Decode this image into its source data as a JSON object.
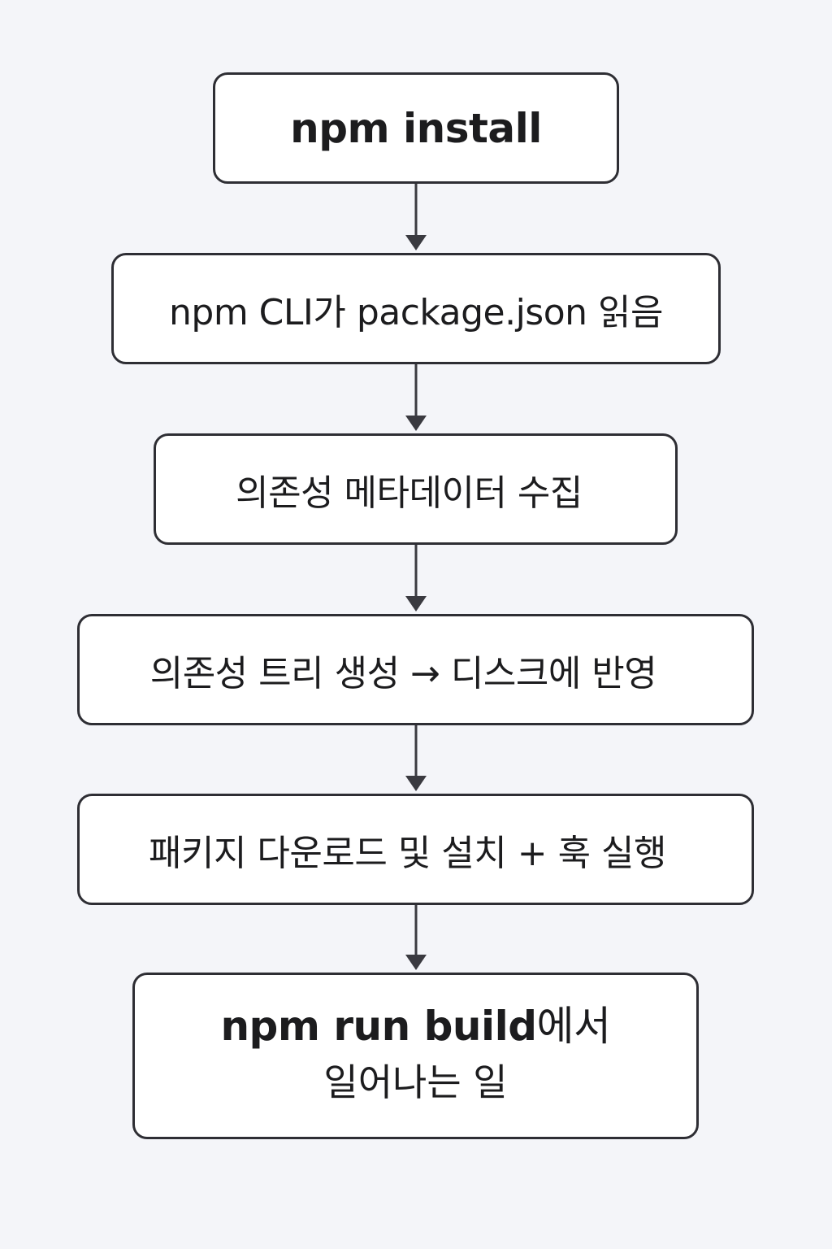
{
  "flowchart": {
    "steps": [
      {
        "id": "start",
        "text": "npm install"
      },
      {
        "id": "read-package",
        "text": "npm CLI가 package.json 읽음"
      },
      {
        "id": "collect-metadata",
        "text": "의존성 메타데이터 수집"
      },
      {
        "id": "build-tree",
        "text": "의존성 트리 생성 → 디스크에 반영"
      },
      {
        "id": "download-install",
        "text": "패키지 다운로드 및 설치 + 훅 실행"
      }
    ],
    "final": {
      "bold_part": "npm run build",
      "normal_part": "에서",
      "line2": "일어나는 일"
    }
  },
  "colors": {
    "background": "#f4f5f9",
    "box_fill": "#ffffff",
    "box_border": "#2e2e34",
    "arrow": "#3a3a40",
    "text": "#1c1c1e"
  }
}
